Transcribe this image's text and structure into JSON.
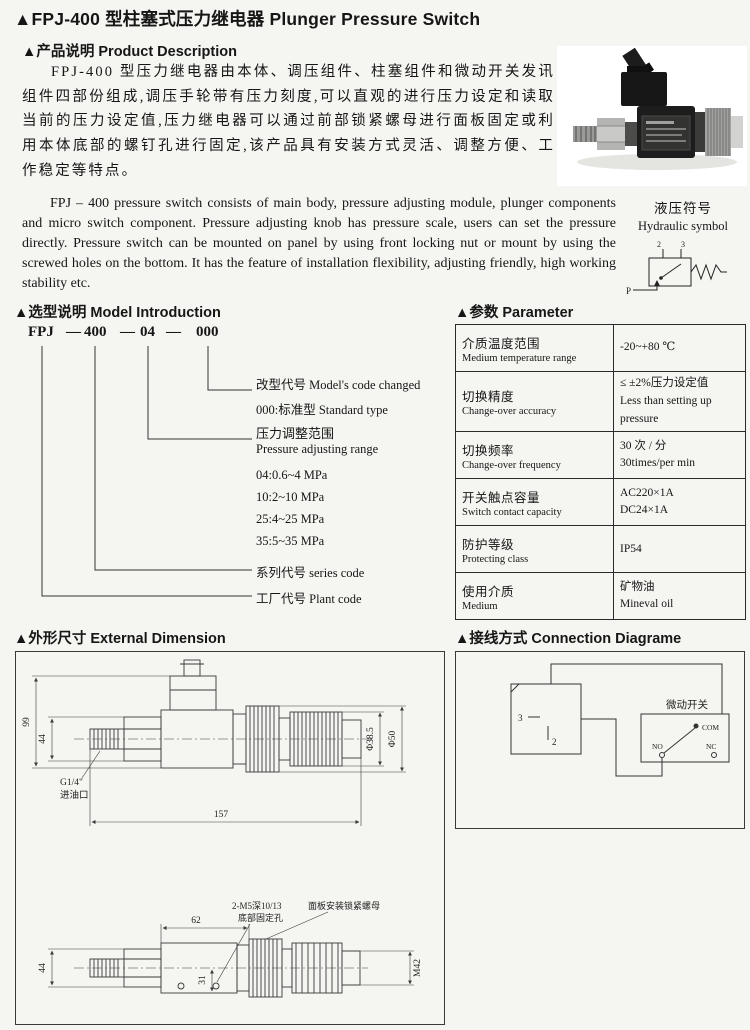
{
  "title": "▲FPJ-400 型柱塞式压力继电器 Plunger Pressure Switch",
  "desc": {
    "heading": "▲产品说明  Product Description",
    "paragraph_cn": "FPJ-400 型压力继电器由本体、调压组件、柱塞组件和微动开关发讯组件四部份组成,调压手轮带有压力刻度,可以直观的进行压力设定和读取当前的压力设定值,压力继电器可以通过前部锁紧螺母进行面板固定或利用本体底部的螺钉孔进行固定,该产品具有安装方式灵活、调整方便、工作稳定等特点。",
    "paragraph_en": "FPJ – 400 pressure switch consists of main body, pressure adjusting module, plunger components and micro switch component. Pressure adjusting knob has pressure scale, users can set the pressure directly. Pressure switch can be mounted on panel by using front locking nut or mount by using the screwed holes on the bottom. It has the feature of installation flexibility, adjusting friendly, high working stability etc."
  },
  "symbol": {
    "label_cn": "液压符号",
    "label_en": "Hydraulic symbol",
    "p": "P",
    "n2": "2",
    "n3": "3"
  },
  "model": {
    "heading": "▲选型说明  Model Introduction",
    "code_parts": [
      "FPJ",
      "—",
      "400",
      "—",
      "04",
      "—",
      "000"
    ],
    "ann_changed_1": "改型代号 Model's code changed",
    "ann_changed_2": "000:标准型 Standard type",
    "ann_range_1": "压力调整范围",
    "ann_range_2": "Pressure adjusting range",
    "ranges": [
      "04:0.6~4 MPa",
      "10:2~10 MPa",
      "25:4~25 MPa",
      "35:5~35 MPa"
    ],
    "ann_series": "系列代号 series code",
    "ann_plant": "工厂代号 Plant code"
  },
  "param": {
    "heading": "▲参数  Parameter",
    "rows": [
      {
        "cn": "介质温度范围",
        "en": "Medium temperature range",
        "v1": "-20~+80 ℃",
        "v2": ""
      },
      {
        "cn": "切换精度",
        "en": "Change-over accuracy",
        "v1": "≤ ±2%压力设定值",
        "v2": "Less than setting up pressure"
      },
      {
        "cn": "切换频率",
        "en": "Change-over frequency",
        "v1": "30 次 / 分",
        "v2": "30times/per min"
      },
      {
        "cn": "开关触点容量",
        "en": "Switch contact capacity",
        "v1": "AC220×1A",
        "v2": "DC24×1A"
      },
      {
        "cn": "防护等级",
        "en": "Protecting class",
        "v1": "IP54",
        "v2": ""
      },
      {
        "cn": "使用介质",
        "en": "Medium",
        "v1": "矿物油",
        "v2": "Mineval oil"
      }
    ]
  },
  "dims": {
    "heading": "▲外形尺寸  External Dimension",
    "d99": "99",
    "d44a": "44",
    "port1": "G1/4\"",
    "port2": "进油口",
    "d157": "157",
    "phi385": "Φ38.5",
    "phi50": "Φ50",
    "d62": "62",
    "holes1": "2-M5深10/13",
    "holes2": "底部固定孔",
    "nut": "面板安装锁紧螺母",
    "d44b": "44",
    "d31": "31",
    "m42": "M42"
  },
  "conn": {
    "heading": "▲接线方式  Connection Diagrame",
    "switch_label": "微动开关",
    "pin3": "3",
    "pin2": "2",
    "com": "COM",
    "no": "NO",
    "nc": "NC"
  }
}
